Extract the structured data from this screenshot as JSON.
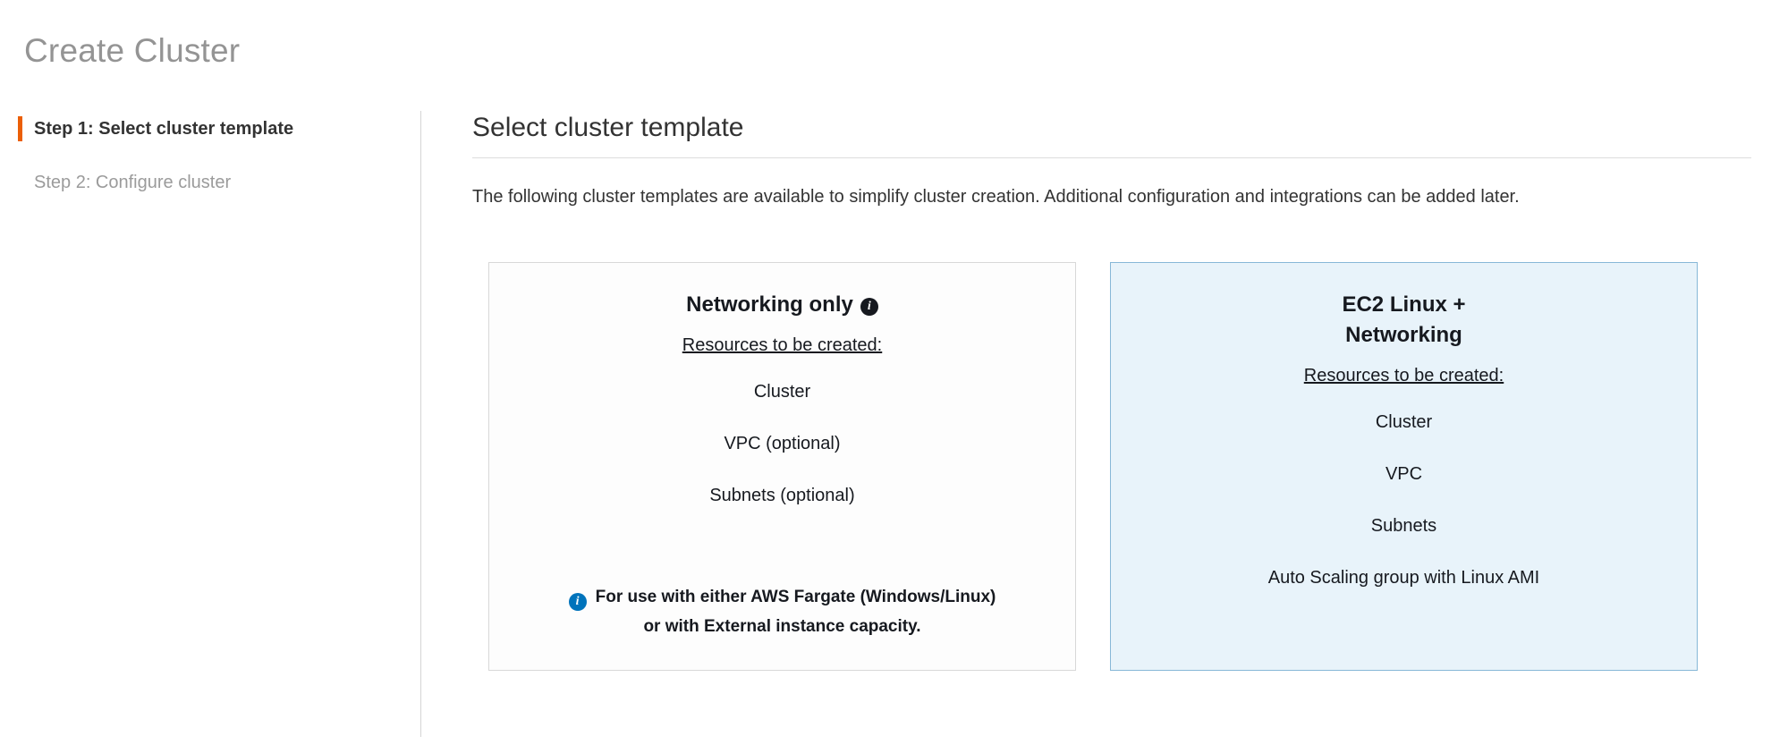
{
  "page": {
    "title": "Create Cluster"
  },
  "steps": [
    {
      "label": "Step 1: Select cluster template",
      "active": true
    },
    {
      "label": "Step 2: Configure cluster",
      "active": false
    }
  ],
  "main": {
    "heading": "Select cluster template",
    "description": "The following cluster templates are available to simplify cluster creation. Additional configuration and integrations can be added later.",
    "cards": [
      {
        "title": "Networking only",
        "selected": false,
        "resources_label": "Resources to be created:",
        "resources": [
          "Cluster",
          "VPC (optional)",
          "Subnets (optional)"
        ],
        "note": "For use with either AWS Fargate (Windows/Linux)\nor with External instance capacity."
      },
      {
        "title": "EC2 Linux +\nNetworking",
        "selected": true,
        "resources_label": "Resources to be created:",
        "resources": [
          "Cluster",
          "VPC",
          "Subnets",
          "Auto Scaling group with Linux AMI"
        ]
      }
    ]
  },
  "icons": {
    "title_info": "info-icon",
    "note_info": "info-icon"
  },
  "colors": {
    "accent-orange": "#eb5f07",
    "title-gray": "#949494",
    "selected-card-bg": "#e8f3fa",
    "selected-card-border": "#87b8d7",
    "info-blue": "#0073bb"
  }
}
